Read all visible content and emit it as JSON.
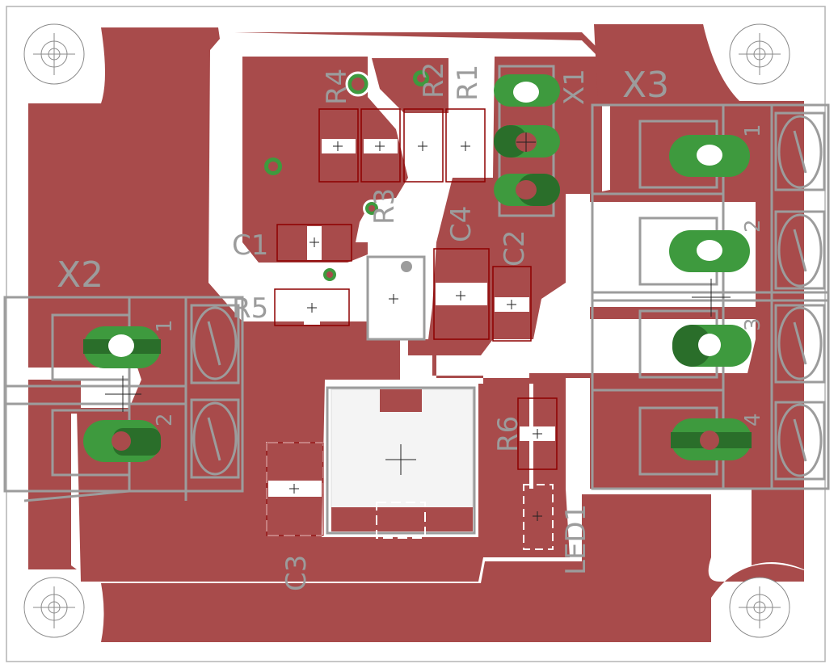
{
  "board": {
    "colors": {
      "background": "#ffffff",
      "outline": "#b4b4b4",
      "copper": "#a84b4b",
      "silk": "#9c9c9c",
      "pad_outline": "#8e0000",
      "via": "#3e9a3e",
      "via_dark": "#2a6e2a"
    },
    "connectors": [
      {
        "ref": "X2",
        "pins": [
          "1",
          "2"
        ]
      },
      {
        "ref": "X3",
        "pins": [
          "1",
          "2",
          "3",
          "4"
        ]
      },
      {
        "ref": "X1",
        "pins": []
      }
    ],
    "labels": {
      "x1": "X1",
      "x2": "X2",
      "x3": "X3",
      "r1": "R1",
      "r2": "R2",
      "r3": "R3",
      "r4": "R4",
      "r5": "R5",
      "r6": "R6",
      "c1": "C1",
      "c2": "C2",
      "c3": "C3",
      "c4": "C4",
      "led1": "LED1"
    },
    "pin_numbers": {
      "x2_1": "1",
      "x2_2": "2",
      "x3_1": "1",
      "x3_2": "2",
      "x3_3": "3",
      "x3_4": "4"
    },
    "icons": [
      "mounting-hole-icon",
      "terminal-screw-icon",
      "crosshair-icon"
    ]
  }
}
